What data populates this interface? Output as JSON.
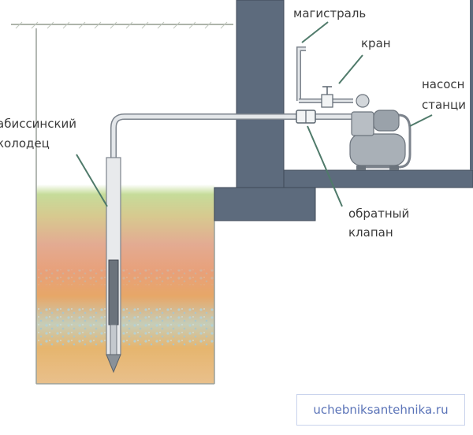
{
  "labels": {
    "mainline": "магистраль",
    "tap": "кран",
    "pump_station_1": "насосн",
    "pump_station_2": "станци",
    "well_1": "абиссинский",
    "well_2": "колодец",
    "check_valve_1": "обратный",
    "check_valve_2": "клапан"
  },
  "watermark": "uchebniksantehnika.ru",
  "colors": {
    "wall": "#5d6b7d",
    "wall_edge": "#3f4a58",
    "pipe": "#d9dde2",
    "pipe_edge": "#7c838c",
    "soil_top": "#b8d28a",
    "soil_mid": "#dca98c",
    "soil_low": "#e0a066",
    "aquifer": "#b9d3d6",
    "leader": "#4f7a6a",
    "text": "#3a3a3a"
  }
}
